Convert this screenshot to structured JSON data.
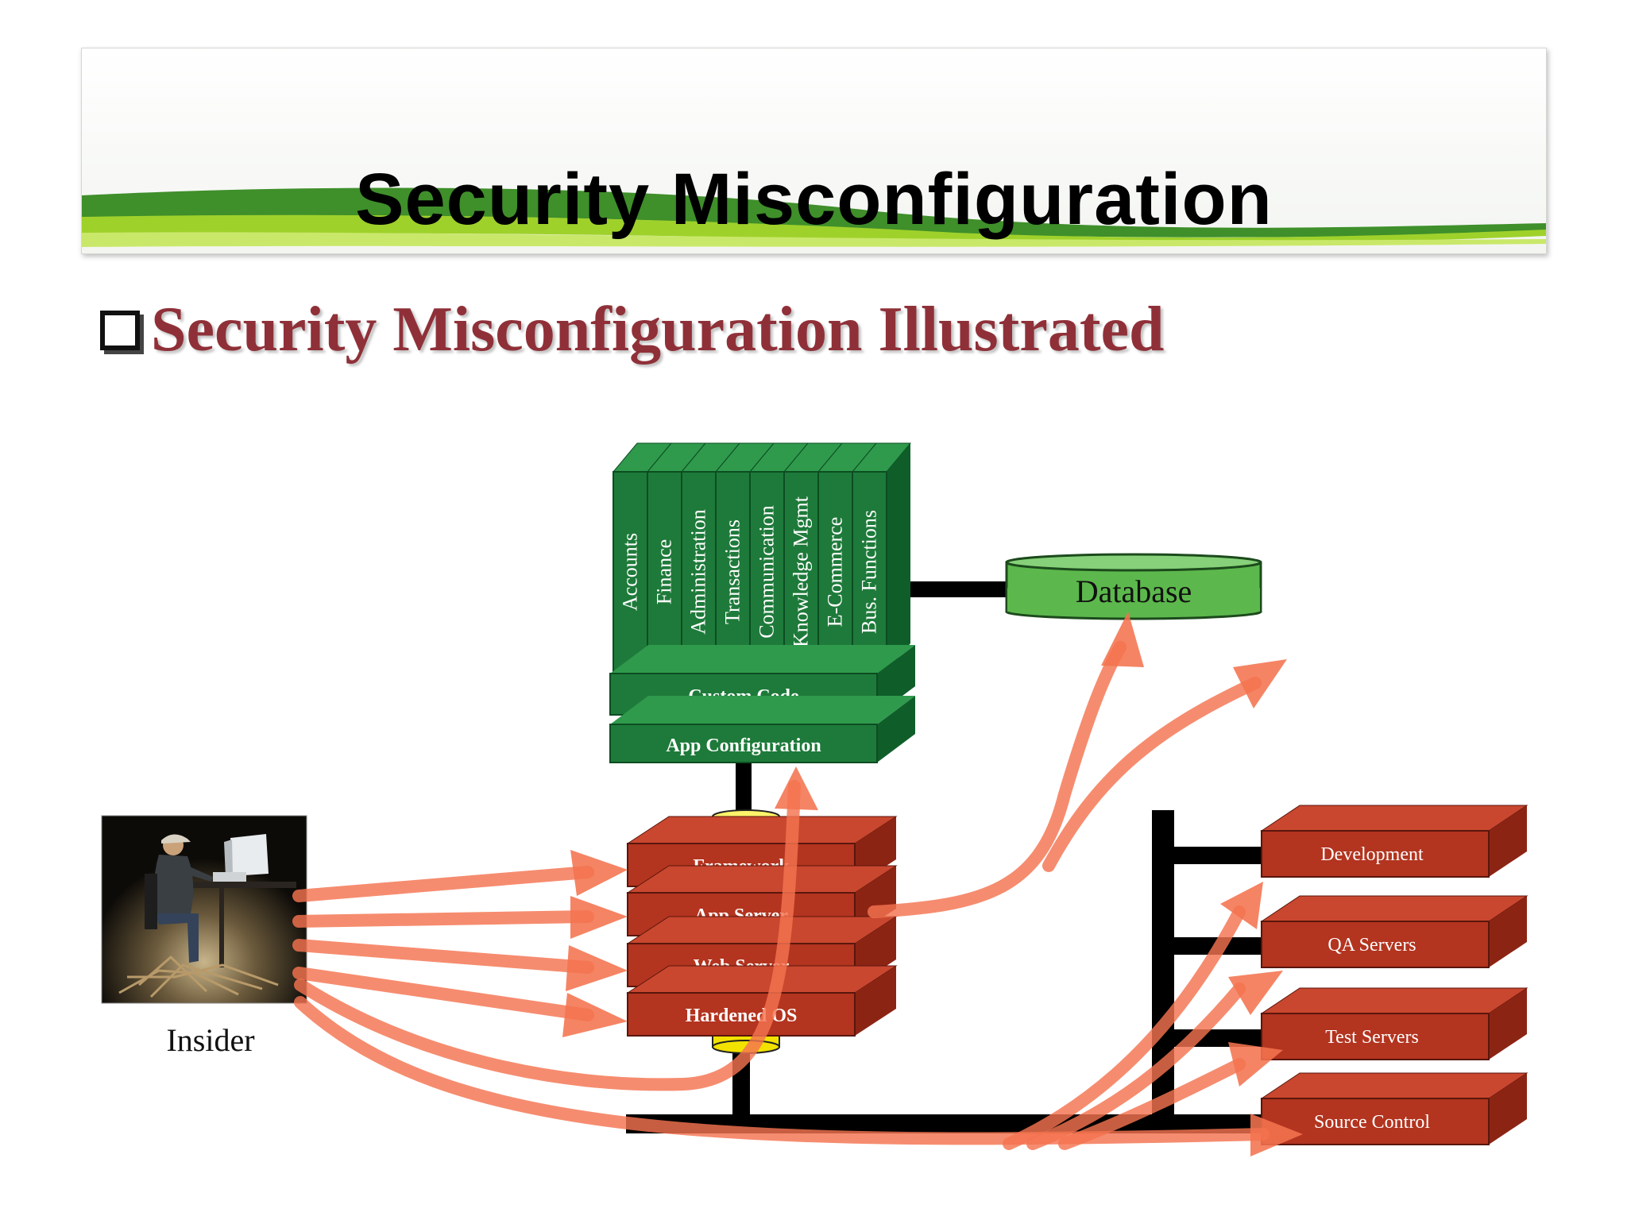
{
  "slide": {
    "title": "Security Misconfiguration",
    "subtitle": "Security Misconfiguration Illustrated"
  },
  "diagram": {
    "modules": [
      "Accounts",
      "Finance",
      "Administration",
      "Transactions",
      "Communication",
      "Knowledge Mgmt",
      "E-Commerce",
      "Bus. Functions"
    ],
    "app_layers": [
      "Custom Code",
      "App Configuration"
    ],
    "database": "Database",
    "platform_layers": [
      "Framework",
      "App Server",
      "Web Server",
      "Hardened OS"
    ],
    "servers": [
      "Development",
      "QA Servers",
      "Test Servers",
      "Source Control"
    ],
    "actor": "Insider"
  },
  "colors": {
    "title_accent": "#8f3038",
    "app_green": "#1e7a3a",
    "database_green": "#5cb84c",
    "server_red": "#b3341f",
    "arrow": "#f4734f",
    "banner_stripe": "#7cb82a"
  }
}
